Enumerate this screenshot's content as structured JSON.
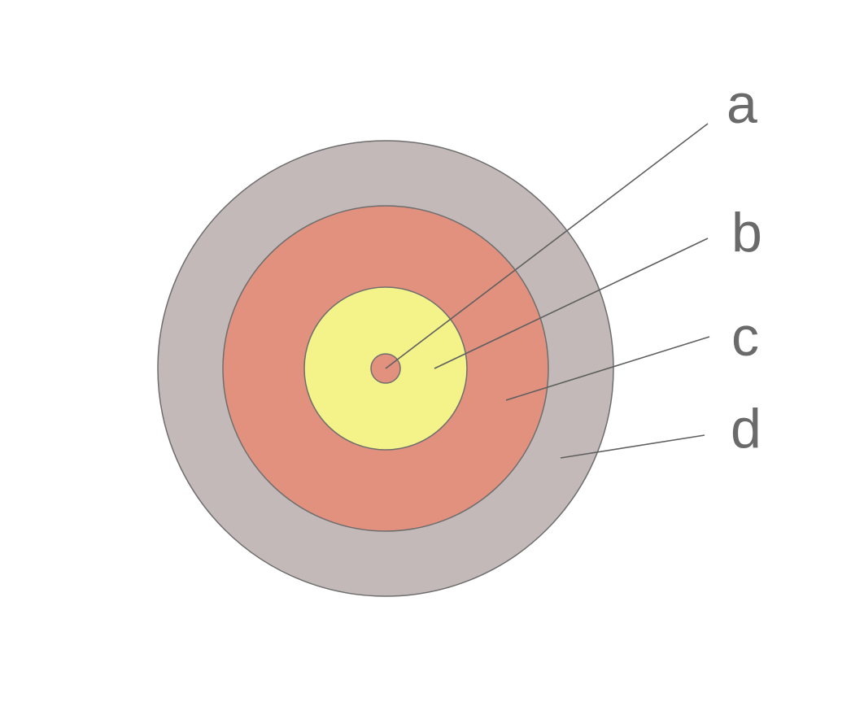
{
  "diagram": {
    "layers": [
      {
        "key": "d",
        "label": "d",
        "color": "#c2b9b8"
      },
      {
        "key": "c",
        "label": "c",
        "color": "#e2917f"
      },
      {
        "key": "b",
        "label": "b",
        "color": "#f3f38a"
      },
      {
        "key": "a",
        "label": "a",
        "color": "#e2917f"
      }
    ],
    "outline_color": "#6e6e6e",
    "label_color": "#6a6a6a",
    "background": "#ffffff"
  }
}
